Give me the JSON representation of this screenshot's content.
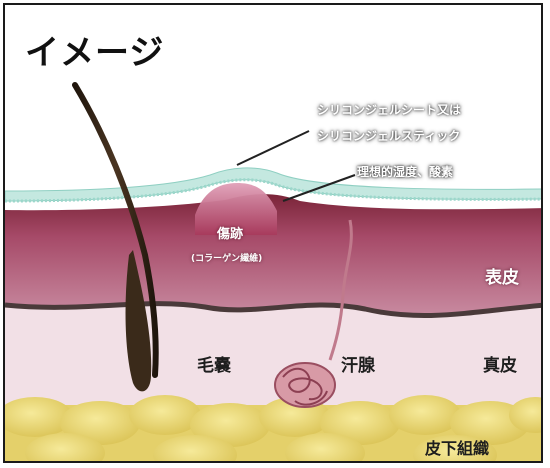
{
  "title": "イメージ",
  "callouts": {
    "silicone_1": "シリコンジェルシート又は",
    "silicone_2": "シリコンジェルスティック",
    "ideal": "理想的湿度、酸素"
  },
  "labels": {
    "scar": "傷跡",
    "collagen": "(コラーゲン繊維)",
    "epidermis": "表皮",
    "follicle": "毛嚢",
    "sweat_gland": "汗腺",
    "dermis": "真皮",
    "subcutaneous": "皮下組織"
  },
  "colors": {
    "silicone": "#bfe6df",
    "epidermis": "#a84a6a",
    "dermis": "#f1dce4",
    "fat": "#e2cf62",
    "hair": "#3a2a1a",
    "scar": "#b34a6c"
  }
}
